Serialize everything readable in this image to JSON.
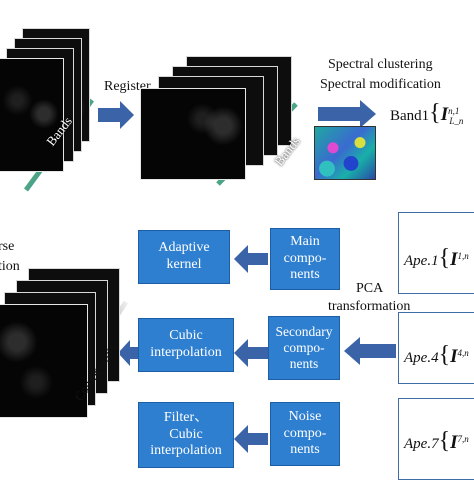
{
  "colors": {
    "box_fill": "#2f7fd0",
    "arrow": "#3a63a8",
    "outline": "#3d6da3"
  },
  "top": {
    "bands_label_1": "Bands",
    "register_label": "Register",
    "bands_label_2": "Bands",
    "spectral_line1": "Spectral clustering",
    "spectral_line2": "Spectral modification",
    "band1_label": "Band1",
    "band1_sup": "n,1",
    "band1_sub": "L_n"
  },
  "middle": {
    "partial_label1": "rse",
    "partial_label2": "tion",
    "pca_line1": "PCA",
    "pca_line2": "transformation",
    "components_label": "Components"
  },
  "boxes": {
    "adaptive": "Adaptive\nkernel",
    "main": "Main\ncompo-\nnents",
    "cubic": "Cubic\ninterpolation",
    "secondary": "Secondary\ncompo-\nnents",
    "filter": "Filter、\nCubic\ninterpolation",
    "noise": "Noise\ncompo-\nnents"
  },
  "ape": [
    {
      "label": "Ape.1",
      "sup": "1,n"
    },
    {
      "label": "Ape.4",
      "sup": "4,n"
    },
    {
      "label": "Ape.7",
      "sup": "7,n"
    }
  ]
}
